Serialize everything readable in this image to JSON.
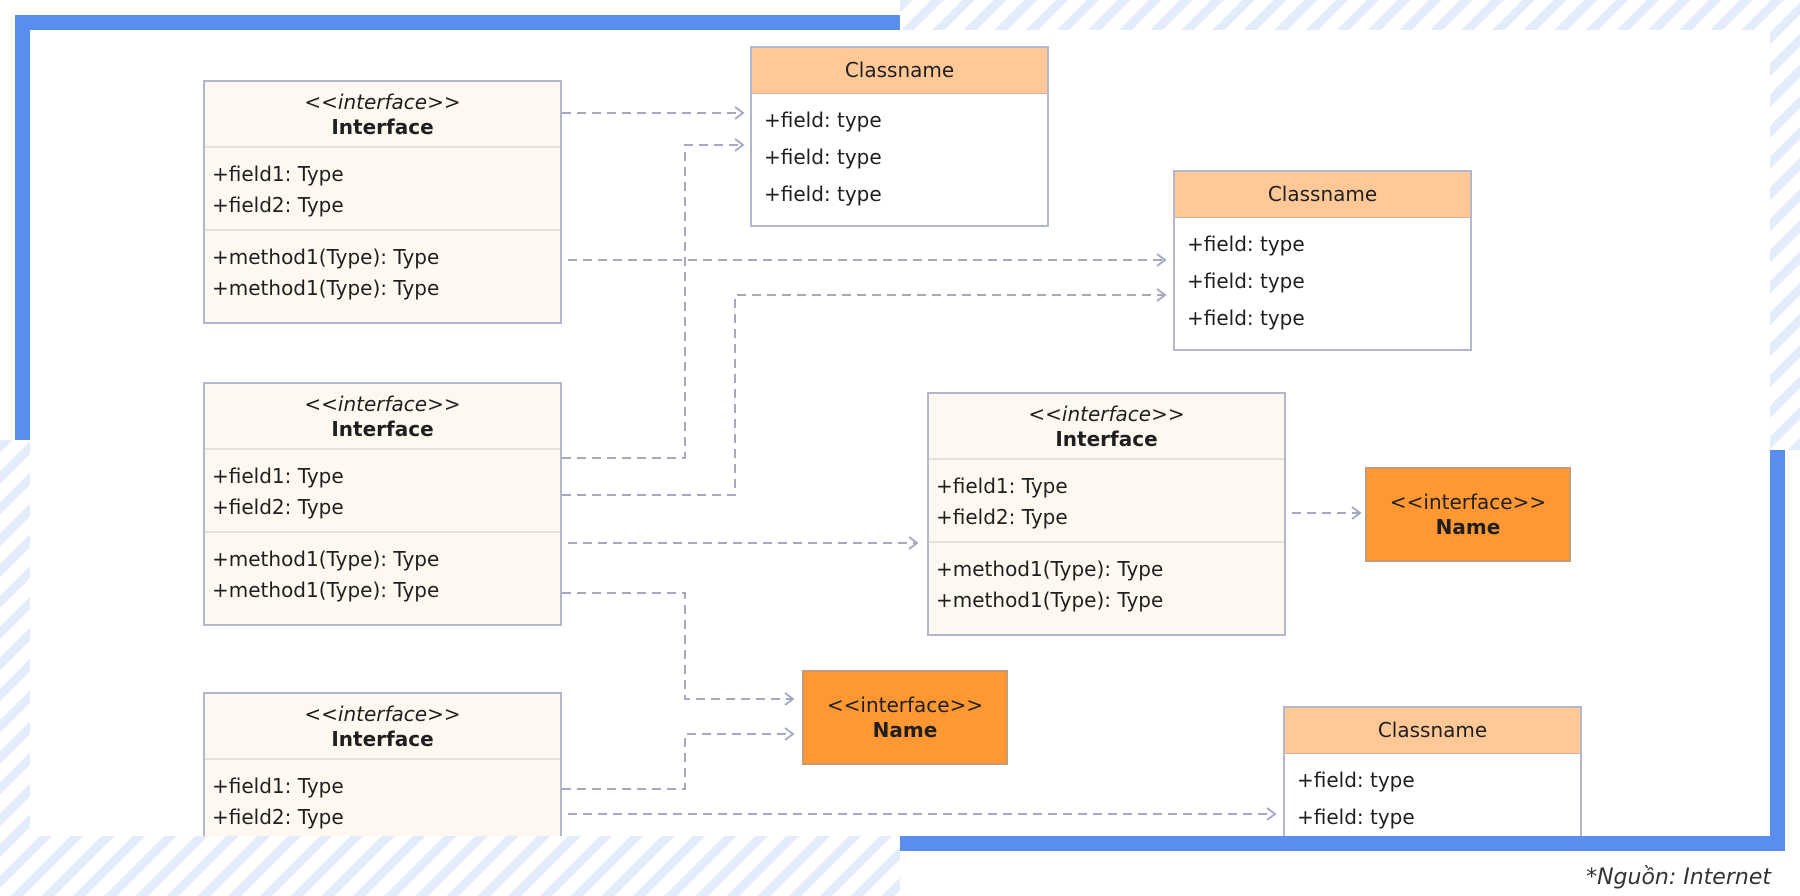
{
  "interface_boxes": [
    {
      "stereotype": "<<interface>>",
      "title": "Interface",
      "fields": [
        "+field1: Type",
        "+field2: Type"
      ],
      "methods": [
        "+method1(Type): Type",
        "+method1(Type): Type"
      ]
    },
    {
      "stereotype": "<<interface>>",
      "title": "Interface",
      "fields": [
        "+field1: Type",
        "+field2: Type"
      ],
      "methods": [
        "+method1(Type): Type",
        "+method1(Type): Type"
      ]
    },
    {
      "stereotype": "<<interface>>",
      "title": "Interface",
      "fields": [
        "+field1: Type",
        "+field2: Type"
      ],
      "methods": []
    },
    {
      "stereotype": "<<interface>>",
      "title": "Interface",
      "fields": [
        "+field1: Type",
        "+field2: Type"
      ],
      "methods": [
        "+method1(Type): Type",
        "+method1(Type): Type"
      ]
    }
  ],
  "class_boxes": [
    {
      "title": "Classname",
      "fields": [
        "+field: type",
        "+field: type",
        "+field: type"
      ]
    },
    {
      "title": "Classname",
      "fields": [
        "+field: type",
        "+field: type",
        "+field: type"
      ]
    },
    {
      "title": "Classname",
      "fields": [
        "+field: type",
        "+field: type"
      ]
    }
  ],
  "name_boxes": [
    {
      "stereotype": "<<interface>>",
      "title": "Name"
    },
    {
      "stereotype": "<<interface>>",
      "title": "Name"
    }
  ],
  "colors": {
    "frame_blue": "#5b8def",
    "interface_fill": "#fff8f1",
    "class_header": "#ffc896",
    "name_fill": "#ff9833",
    "connector": "#a6a8bf"
  },
  "source_note": "*Nguồn: Internet"
}
